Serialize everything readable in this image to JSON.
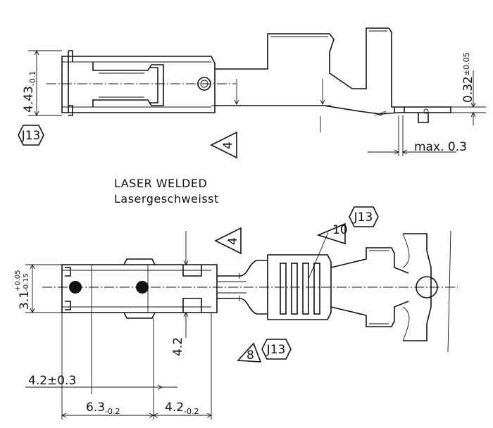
{
  "drawing": {
    "note_laser_en": "LASER WELDED",
    "note_laser_de": "Lasergeschweisst",
    "badges": {
      "hex_top": "J13",
      "hex_mid": "J13",
      "hex_bottom": "J13",
      "tri_top": "4",
      "tri_mid": "4",
      "tri_callout": "10",
      "tri_bottom": "8"
    },
    "dimensions": {
      "height_top": "4.43",
      "height_top_tol": "-0.1",
      "thickness": "0.32",
      "thickness_tol": "±0.05",
      "max_offset": "max. 0.3",
      "width_left": "3.1",
      "width_left_tol_upper": "+0.05",
      "width_left_tol_lower": "-0.15",
      "vertical_42": "4.2",
      "horiz_42": "4.2±0.3",
      "horiz_63": "6.3",
      "horiz_63_tol": "-0.2",
      "horiz_42b": "4.2",
      "horiz_42b_tol": "-0.2"
    }
  },
  "colors": {
    "ink": "#111111",
    "background": "#ffffff"
  }
}
